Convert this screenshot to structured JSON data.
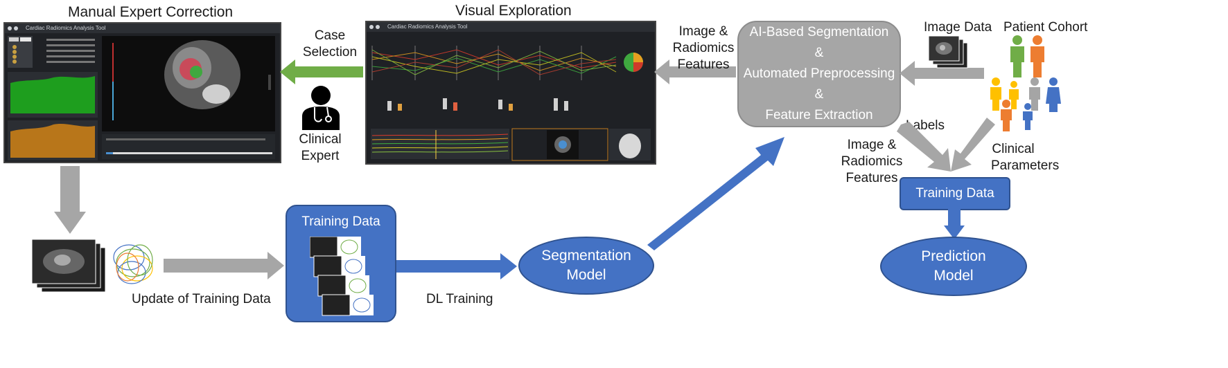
{
  "titles": {
    "manual": "Manual Expert Correction",
    "visual": "Visual Exploration"
  },
  "screenshots": {
    "manual_app_title": "Cardiac Radiomics Analysis Tool",
    "visual_app_title": "Cardiac Radiomics Analysis Tool"
  },
  "labels": {
    "case_selection": [
      "Case",
      "Selection"
    ],
    "clinical_expert": [
      "Clinical",
      "Expert"
    ],
    "image_radiomics_top": [
      "Image &",
      "Radiomics",
      "Features"
    ],
    "image_data": "Image Data",
    "patient_cohort": "Patient Cohort",
    "labels": "Labels",
    "image_radiomics_right": [
      "Image &",
      "Radiomics",
      "Features"
    ],
    "clinical_parameters": [
      "Clinical",
      "Parameters"
    ],
    "update_training": "Update of Training Data",
    "dl_training": "DL Training"
  },
  "boxes": {
    "ai_box": [
      "AI-Based Segmentation",
      "&",
      "Automated Preprocessing",
      "&",
      "Feature Extraction"
    ],
    "training_data_left": "Training Data",
    "training_data_right": "Training Data",
    "segmentation_model": [
      "Segmentation",
      "Model"
    ],
    "prediction_model": [
      "Prediction",
      "Model"
    ]
  },
  "colors": {
    "blue": "#4472c4",
    "gray": "#a6a6a6",
    "green_arrow": "#70ad47",
    "person_green": "#70ad47",
    "person_orange": "#ed7d31",
    "person_yellow": "#ffc000",
    "person_gray": "#a5a5a5",
    "person_blue": "#4472c4"
  }
}
